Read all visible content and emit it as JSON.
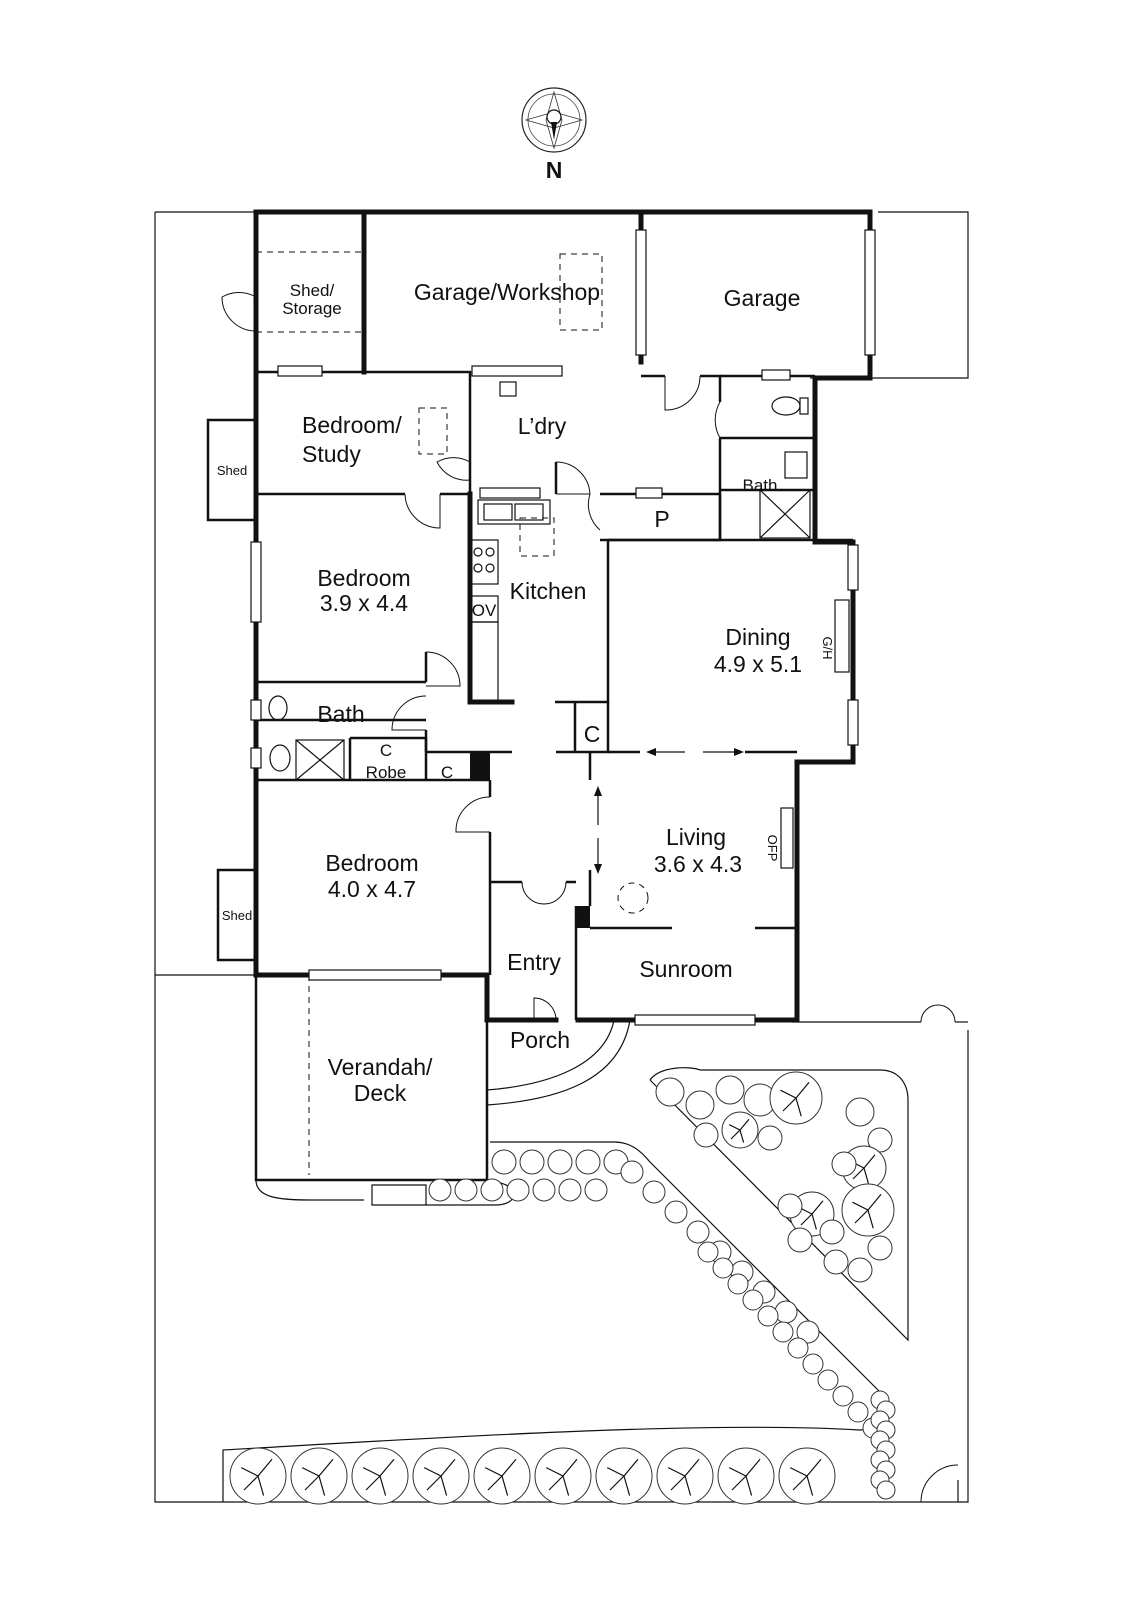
{
  "compass": {
    "label": "N"
  },
  "rooms": {
    "shed_storage": {
      "line1": "Shed/",
      "line2": "Storage"
    },
    "garage_workshop": {
      "label": "Garage/Workshop"
    },
    "garage": {
      "label": "Garage"
    },
    "bedroom_study": {
      "line1": "Bedroom/",
      "line2": "Study"
    },
    "laundry": {
      "label": "L’dry"
    },
    "bath_rear": {
      "label": "Bath"
    },
    "pantry": {
      "label": "P"
    },
    "bedroom_2": {
      "name": "Bedroom",
      "size": "3.9 x 4.4"
    },
    "kitchen": {
      "label": "Kitchen",
      "oven": "OV"
    },
    "dining": {
      "name": "Dining",
      "size": "4.9 x 5.1",
      "gh": "G/H"
    },
    "bath_front": {
      "label": "Bath"
    },
    "cupboard_bath": {
      "label": "C"
    },
    "robe": {
      "label": "Robe"
    },
    "cupboard_robe": {
      "label": "C"
    },
    "cupboard_hall": {
      "label": "C"
    },
    "bedroom_1": {
      "name": "Bedroom",
      "size": "4.0 x 4.7"
    },
    "living": {
      "name": "Living",
      "size": "3.6 x 4.3",
      "ofp": "OFP"
    },
    "entry": {
      "label": "Entry"
    },
    "sunroom": {
      "label": "Sunroom"
    },
    "porch": {
      "label": "Porch"
    },
    "verandah_deck": {
      "line1": "Verandah/",
      "line2": "Deck"
    },
    "shed_side_upper": {
      "label": "Shed"
    },
    "shed_side_lower": {
      "label": "Shed"
    }
  }
}
